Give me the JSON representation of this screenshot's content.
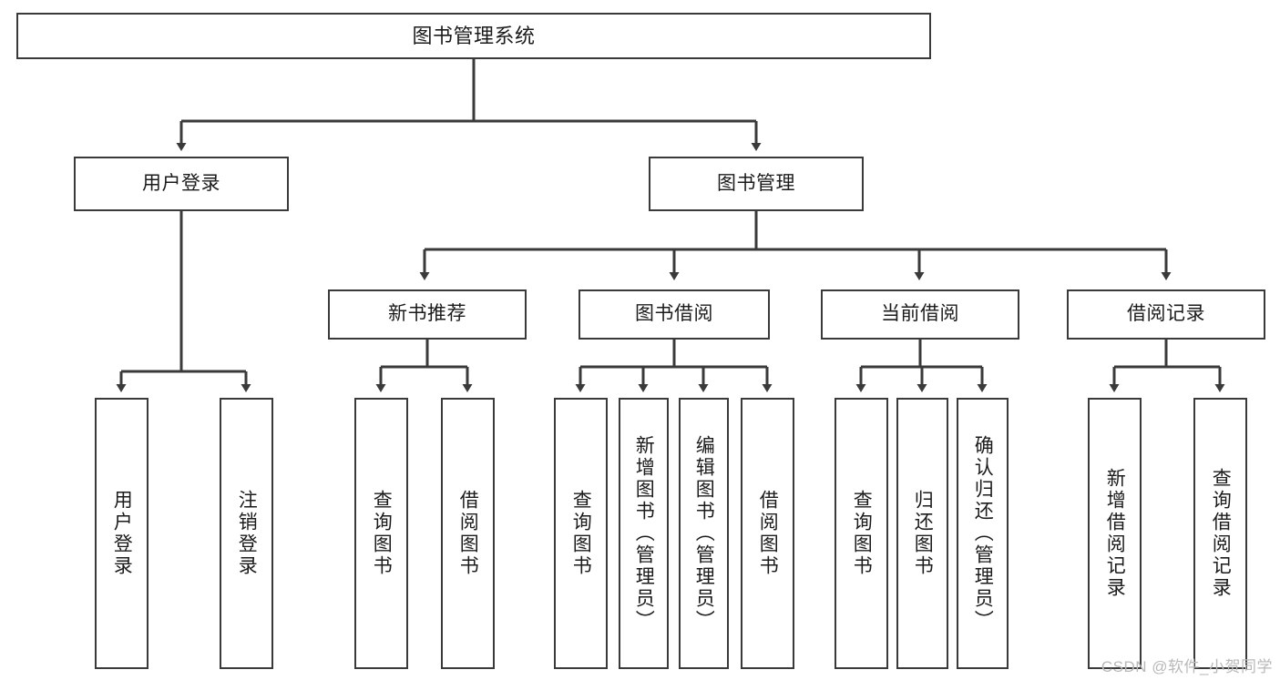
{
  "diagram": {
    "title": "图书管理系统",
    "type": "功能结构图",
    "style": {
      "box_border": "#3a3a3a",
      "box_fill": "#ffffff",
      "line": "#3a3a3a",
      "text": "#1b1b1b",
      "background": "#ffffff",
      "watermark_color": "#b9b9b9"
    },
    "root": {
      "id": "root",
      "label": "图书管理系统"
    },
    "level1": [
      {
        "id": "user-login",
        "label": "用户登录"
      },
      {
        "id": "book-manage",
        "label": "图书管理"
      }
    ],
    "level2": [
      {
        "id": "new-book-recommend",
        "label": "新书推荐"
      },
      {
        "id": "book-borrow",
        "label": "图书借阅"
      },
      {
        "id": "current-borrow",
        "label": "当前借阅"
      },
      {
        "id": "borrow-record",
        "label": "借阅记录"
      }
    ],
    "leaves": {
      "user-login": [
        {
          "id": "leaf-user-login",
          "label": "用户登录"
        },
        {
          "id": "leaf-logout",
          "label": "注销登录"
        }
      ],
      "new-book-recommend": [
        {
          "id": "leaf-query-book-1",
          "label": "查询图书"
        },
        {
          "id": "leaf-borrow-book-1",
          "label": "借阅图书"
        }
      ],
      "book-borrow": [
        {
          "id": "leaf-query-book-2",
          "label": "查询图书"
        },
        {
          "id": "leaf-add-book",
          "label": "新增图书（管理员）"
        },
        {
          "id": "leaf-edit-book",
          "label": "编辑图书（管理员）"
        },
        {
          "id": "leaf-borrow-book-2",
          "label": "借阅图书"
        }
      ],
      "current-borrow": [
        {
          "id": "leaf-query-book-3",
          "label": "查询图书"
        },
        {
          "id": "leaf-return-book",
          "label": "归还图书"
        },
        {
          "id": "leaf-confirm-return",
          "label": "确认归还（管理员）"
        }
      ],
      "borrow-record": [
        {
          "id": "leaf-add-record",
          "label": "新增借阅记录"
        },
        {
          "id": "leaf-query-record",
          "label": "查询借阅记录"
        }
      ]
    }
  },
  "watermark": {
    "text": "CSDN @软件_小贺同学"
  }
}
